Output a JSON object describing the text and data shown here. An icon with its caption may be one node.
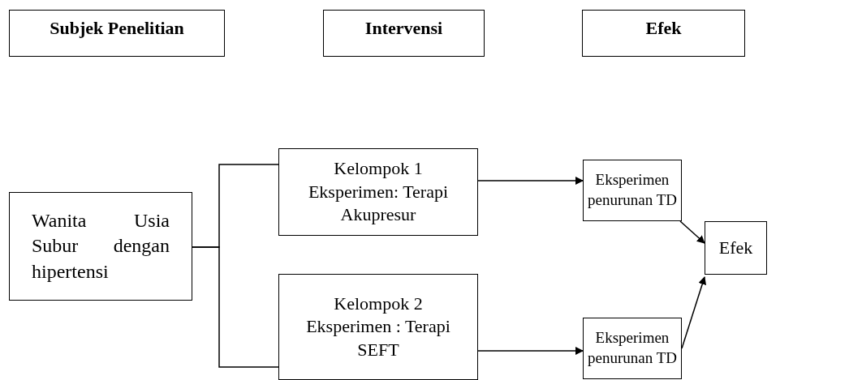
{
  "diagram": {
    "nodes": [
      {
        "text": [
          "Subjek Penelitian"
        ]
      },
      {
        "text": [
          "Intervensi"
        ]
      },
      {
        "text": [
          "Efek"
        ]
      },
      {
        "text": [
          "Wanita Usia Subur dengan hipertensi"
        ]
      },
      {
        "text": [
          "Kelompok 1 Eksperimen: Terapi Akupresur"
        ]
      },
      {
        "text": [
          "Kelompok 2 Eksperimen : Terapi SEFT"
        ]
      },
      {
        "text": [
          "Eksperimen penurunan TD"
        ]
      },
      {
        "text": [
          "Eksperimen penurunan TD"
        ]
      },
      {
        "text": [
          "Efek"
        ]
      }
    ],
    "edges": [
      {
        "from": 3,
        "to": 4,
        "arrow": "none"
      },
      {
        "from": 3,
        "to": 5,
        "arrow": "none"
      },
      {
        "from": 4,
        "to": 6,
        "arrow": "to"
      },
      {
        "from": 5,
        "to": 7,
        "arrow": "to"
      },
      {
        "from": 6,
        "to": 8,
        "arrow": "to"
      },
      {
        "from": 7,
        "to": 8,
        "arrow": "to"
      }
    ]
  }
}
